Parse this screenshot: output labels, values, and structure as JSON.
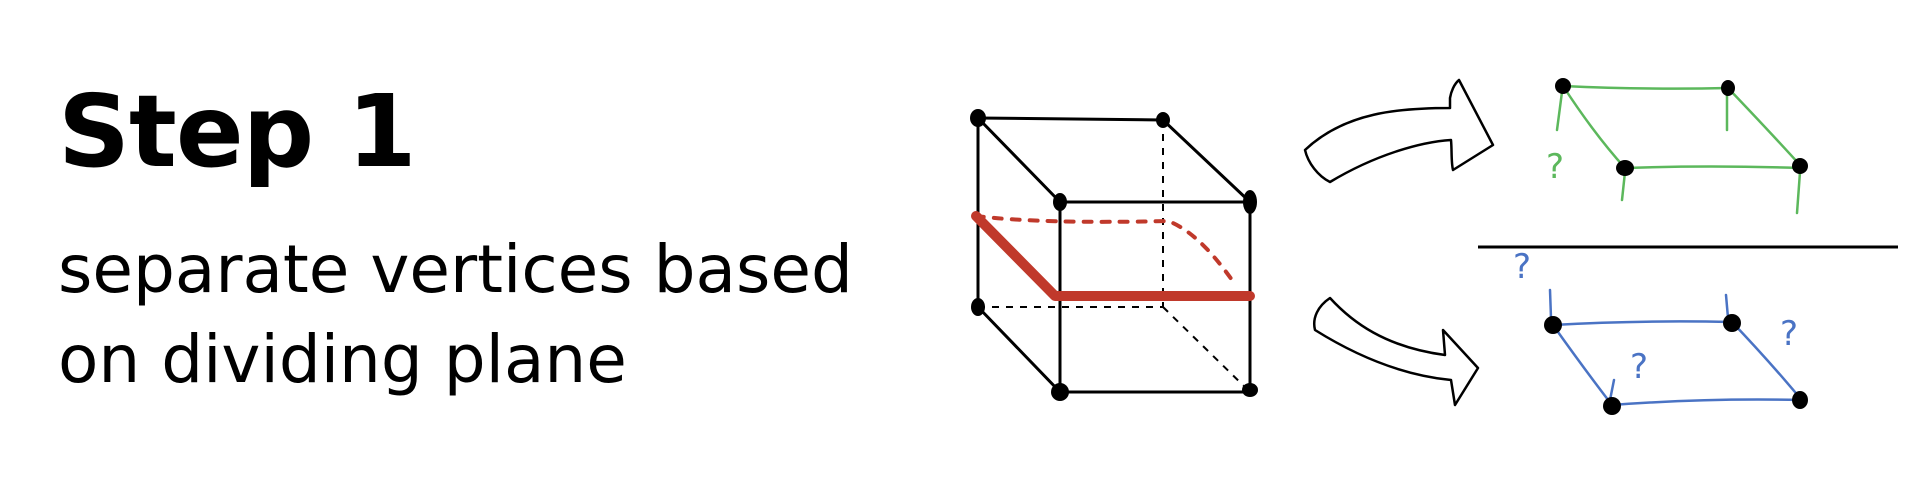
{
  "slide": {
    "title": "Step 1",
    "subtitle_lines": [
      "separate vertices based",
      "on dividing plane"
    ]
  },
  "diagram": {
    "question_mark": "?",
    "colors": {
      "cube": "#000000",
      "plane": "#c0392b",
      "upper_half": "#5cb85c",
      "lower_half": "#4a73c4",
      "divider": "#000000"
    },
    "icons": [
      "cube-icon",
      "curved-arrow-icon",
      "vertex-dot-icon"
    ]
  }
}
